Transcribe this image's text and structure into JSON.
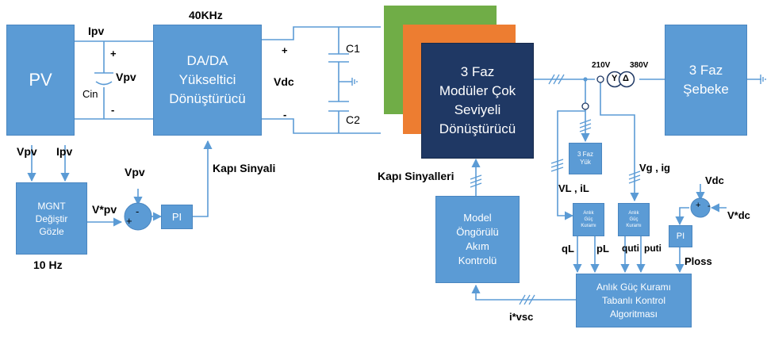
{
  "blocks": {
    "pv": "PV",
    "dcdc": [
      "DA/DA",
      "Yükseltici",
      "Dönüştürücü"
    ],
    "converter": [
      "3 Faz",
      "Modüler Çok",
      "Seviyeli",
      "Dönüştürücü"
    ],
    "grid": [
      "3 Faz",
      "Şebeke"
    ],
    "mppt": [
      "MGNT",
      "Değiştir",
      "Gözle"
    ],
    "pi1": "PI",
    "pi2": "PI",
    "model": [
      "Model",
      "Öngörülü",
      "Akım",
      "Kontrolü"
    ],
    "load": [
      "3 Faz",
      "Yük"
    ],
    "pq1": [
      "Anlık",
      "Güç",
      "Kuramı"
    ],
    "pq2": [
      "Anlık",
      "Güç",
      "Kuramı"
    ],
    "algo": [
      "Anlık Güç Kuramı",
      "Tabanlı Kontrol",
      "Algoritması"
    ]
  },
  "labels": {
    "freq_top": "40KHz",
    "ipv_top": "Ipv",
    "vpv_cap": "Vpv",
    "cin": "Cin",
    "plus1": "+",
    "minus1": "-",
    "plus2": "+",
    "minus2": "-",
    "vdc_left": "Vdc",
    "c1": "C1",
    "c2": "C2",
    "vpv_in": "Vpv",
    "ipv_in": "Ipv",
    "vpv_sum": "Vpv",
    "vpv_ref": "V*pv",
    "freq_low": "10 Hz",
    "gate1": "Kapı Sinyali",
    "gate2": "Kapı Sinyalleri",
    "v210": "210V",
    "v380": "380V",
    "tf_y": "Y",
    "tf_d": "Δ",
    "vg_ig": "Vg , ig",
    "vl_il": "VL , iL",
    "vdc_right": "Vdc",
    "vdc_ref": "V*dc",
    "ql": "qL",
    "pl": "pL",
    "quti": "quti",
    "puti": "puti",
    "ploss": "Ploss",
    "ivsc": "i*vsc",
    "sum_minus1": "-",
    "sum_plus1": "+",
    "sum_plus2": "+",
    "sum_minus2": "-"
  },
  "colors": {
    "block_blue": "#5b9bd5",
    "converter_navy": "#1f3864",
    "layer_green": "#70ad47",
    "layer_orange": "#ed7d31",
    "wire": "#5b9bd5"
  }
}
